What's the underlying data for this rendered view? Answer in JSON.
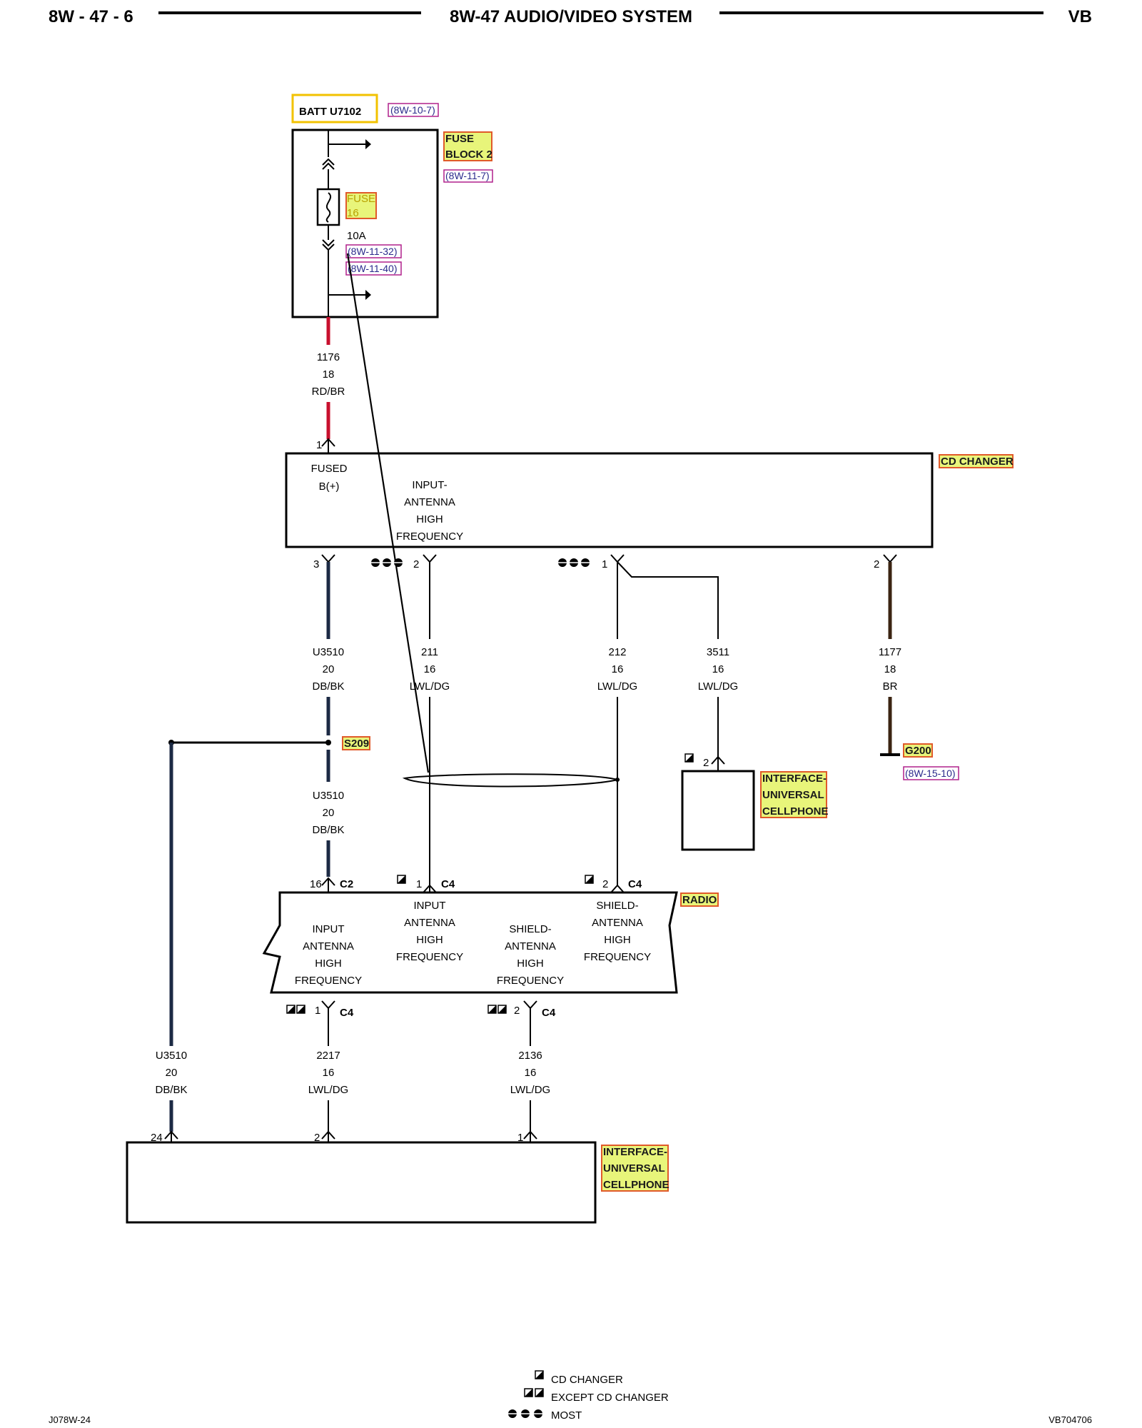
{
  "header": {
    "left": "8W - 47 - 6",
    "title": "8W-47 AUDIO/VIDEO SYSTEM",
    "right": "VB"
  },
  "footer": {
    "left": "J078W-24",
    "right": "VB704706"
  },
  "fuse_block": {
    "batt": "BATT U7102",
    "batt_ref": "(8W-10-7)",
    "name_line1": "FUSE",
    "name_line2": "BLOCK 2",
    "name_ref": "(8W-11-7)",
    "fuse_line1": "FUSE",
    "fuse_line2": "16",
    "rating": "10A",
    "ref1": "(8W-11-32)",
    "ref2": "(8W-11-40)"
  },
  "wire_1176": {
    "circuit": "1176",
    "gauge": "18",
    "color": "RD/BR"
  },
  "cd_changer": {
    "label": "CD CHANGER",
    "fused_line1": "FUSED",
    "fused_line2": "B(+)",
    "input_line1": "INPUT-",
    "input_line2": "ANTENNA",
    "input_line3": "HIGH",
    "input_line4": "FREQUENCY",
    "pin_top": "1",
    "pin_3": "3",
    "pin_2a": "2",
    "pin_1": "1",
    "pin_2b": "2"
  },
  "wires_mid": [
    {
      "circuit": "U3510",
      "gauge": "20",
      "color": "DB/BK"
    },
    {
      "circuit": "211",
      "gauge": "16",
      "color": "LWL/DG"
    },
    {
      "circuit": "212",
      "gauge": "16",
      "color": "LWL/DG"
    },
    {
      "circuit": "3511",
      "gauge": "16",
      "color": "LWL/DG"
    },
    {
      "circuit": "1177",
      "gauge": "18",
      "color": "BR"
    }
  ],
  "splice": "S209",
  "ground": {
    "label": "G200",
    "ref": "(8W-15-10)"
  },
  "wire_u3510_lower": {
    "circuit": "U3510",
    "gauge": "20",
    "color": "DB/BK"
  },
  "iface_small": {
    "line1": "INTERFACE-",
    "line2": "UNIVERSAL",
    "line3": "CELLPHONE",
    "pin": "2"
  },
  "radio": {
    "label": "RADIO",
    "pin_16": "16",
    "conn_c2": "C2",
    "pin_1": "1",
    "conn_c4a": "C4",
    "pin_2": "2",
    "conn_c4b": "C4",
    "col1": [
      "INPUT",
      "ANTENNA",
      "HIGH",
      "FREQUENCY"
    ],
    "col2": [
      "INPUT",
      "ANTENNA",
      "HIGH",
      "FREQUENCY"
    ],
    "col3": [
      "SHIELD-",
      "ANTENNA",
      "HIGH",
      "FREQUENCY"
    ],
    "col4": [
      "SHIELD-",
      "ANTENNA",
      "HIGH",
      "FREQUENCY"
    ],
    "bot_pin_1": "1",
    "bot_conn_1": "C4",
    "bot_pin_2": "2",
    "bot_conn_2": "C4"
  },
  "wires_bottom": [
    {
      "circuit": "U3510",
      "gauge": "20",
      "color": "DB/BK"
    },
    {
      "circuit": "2217",
      "gauge": "16",
      "color": "LWL/DG"
    },
    {
      "circuit": "2136",
      "gauge": "16",
      "color": "LWL/DG"
    }
  ],
  "iface_big": {
    "line1": "INTERFACE-",
    "line2": "UNIVERSAL",
    "line3": "CELLPHONE",
    "pin_24": "24",
    "pin_2": "2",
    "pin_1": "1"
  },
  "legend": {
    "cd_changer": "CD CHANGER",
    "except": "EXCEPT CD CHANGER",
    "most": "MOST"
  },
  "colors": {
    "highlight_yellow": "#e8f57a",
    "highlight_border": "#e05a2a",
    "batt_border": "#f2c200",
    "ref_border": "#b0208c",
    "wire_red": "#c8102e",
    "wire_darkblue": "#1c2a44",
    "wire_brown": "#3b2412"
  }
}
